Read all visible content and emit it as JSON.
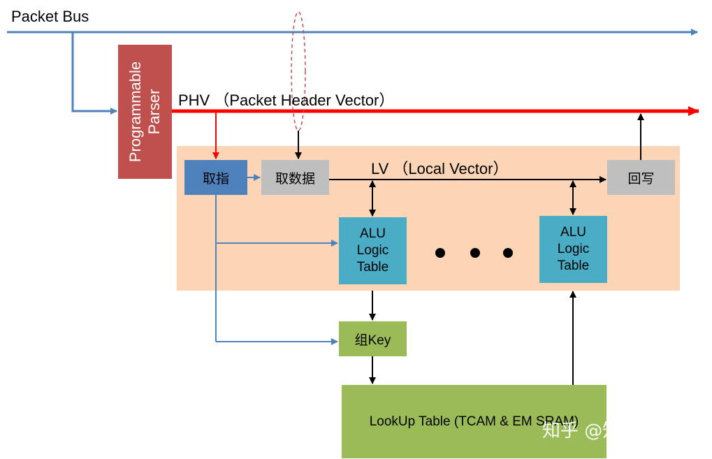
{
  "labels": {
    "packet_bus": "Packet Bus",
    "phv": "PHV （Packet Header Vector）",
    "lv": "LV （Local Vector）"
  },
  "parser": {
    "label_line1": "Programmable",
    "label_line2": "Parser",
    "color": "#c0504d"
  },
  "pipeline": {
    "background_color": "#fbd5b5",
    "fetch_instruction": "取指",
    "fetch_data": "取数据",
    "write_back": "回写",
    "alu_1": "ALU Logic Table",
    "alu_2": "ALU Logic Table",
    "build_key": "组Key",
    "lookup_table": "LookUp Table (TCAM & EM SRAM)"
  },
  "colors": {
    "bus_blue": "#4f81bd",
    "phv_red": "#ff0000",
    "alu_cyan": "#4bacc6",
    "green": "#9bbb59",
    "gray": "#bfbfbf",
    "fetch_blue": "#4f81bd"
  },
  "watermark": "知乎 @知芯果果"
}
